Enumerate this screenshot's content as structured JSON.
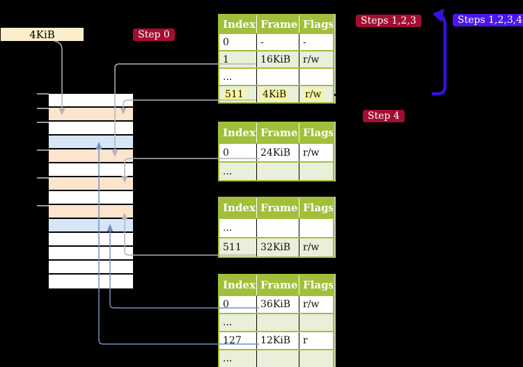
{
  "frame_box": {
    "label": "4KiB"
  },
  "step_labels": {
    "step0": {
      "text": "Step 0"
    },
    "steps123": {
      "text": "Steps 1,2,3"
    },
    "steps1234": {
      "text": "Steps 1,2,3,4"
    },
    "step4": {
      "text": "Step 4"
    }
  },
  "tables": [
    {
      "headers": [
        "Index",
        "Frame",
        "Flags"
      ],
      "rows": [
        {
          "cells": [
            "0",
            "-",
            "-"
          ],
          "shaded": false,
          "highlighted": false
        },
        {
          "cells": [
            "1",
            "16KiB",
            "r/w"
          ],
          "shaded": true,
          "highlighted": false
        },
        {
          "cells": [
            "...",
            "",
            ""
          ],
          "shaded": false,
          "highlighted": false
        },
        {
          "cells": [
            "511",
            "4KiB",
            "r/w"
          ],
          "shaded": true,
          "highlighted": true
        }
      ]
    },
    {
      "headers": [
        "Index",
        "Frame",
        "Flags"
      ],
      "rows": [
        {
          "cells": [
            "0",
            "24KiB",
            "r/w"
          ],
          "shaded": false,
          "highlighted": false
        },
        {
          "cells": [
            "...",
            "",
            ""
          ],
          "shaded": true,
          "highlighted": false
        }
      ]
    },
    {
      "headers": [
        "Index",
        "Frame",
        "Flags"
      ],
      "rows": [
        {
          "cells": [
            "...",
            "",
            ""
          ],
          "shaded": false,
          "highlighted": false
        },
        {
          "cells": [
            "511",
            "32KiB",
            "r/w"
          ],
          "shaded": true,
          "highlighted": false
        }
      ]
    },
    {
      "headers": [
        "Index",
        "Frame",
        "Flags"
      ],
      "rows": [
        {
          "cells": [
            "0",
            "36KiB",
            "r/w"
          ],
          "shaded": false,
          "highlighted": false
        },
        {
          "cells": [
            "...",
            "",
            ""
          ],
          "shaded": true,
          "highlighted": false
        },
        {
          "cells": [
            "127",
            "12KiB",
            "r"
          ],
          "shaded": false,
          "highlighted": false
        },
        {
          "cells": [
            "...",
            "",
            ""
          ],
          "shaded": true,
          "highlighted": false
        }
      ]
    }
  ],
  "memory": {
    "rows": [
      "white",
      "peach",
      "white",
      "blue",
      "peach",
      "white",
      "peach",
      "white",
      "peach",
      "blue",
      "white",
      "white",
      "white",
      "white"
    ]
  },
  "colors": {
    "background": "#000000",
    "table_header_green": "#a1bf3b",
    "table_border_green": "#a1bf3b",
    "table_row_green": "#e9efd8",
    "highlight_yellow": "#fbf69e",
    "frame_box_cream": "#fbeecb",
    "label_red": "#a30d32",
    "label_violet": "#4b16ee",
    "mem_white": "#ffffff",
    "mem_peach": "#fde4cc",
    "mem_blue": "#d7e5f7",
    "arrow_gray": "#b4b4b8",
    "arrow_blue": "#7190c1",
    "arrow_violet": "#3a10e0",
    "tick_gray": "#999999"
  }
}
